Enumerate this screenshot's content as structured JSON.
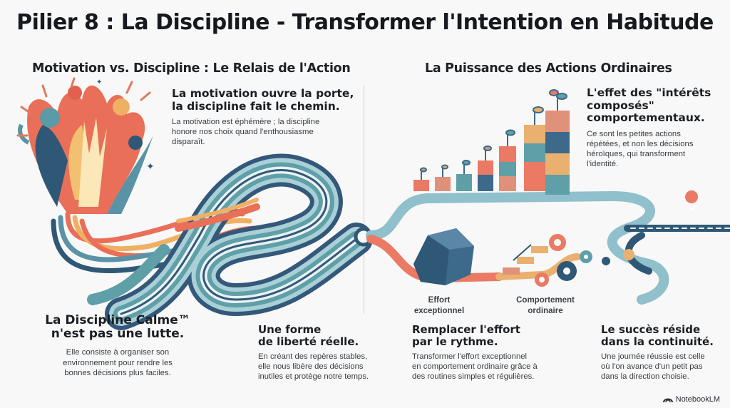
{
  "title": "Pilier 8 : La Discipline - Transformer l'Intention en Habitude",
  "left": {
    "heading": "Motivation vs. Discipline : Le Relais de l'Action",
    "block1": {
      "title_line1": "La motivation ouvre la porte,",
      "title_line2": "la discipline fait le chemin.",
      "body_line1": "La motivation est éphémère ; la discipline",
      "body_line2": "honore nos choix quand l'enthousiasme",
      "body_line3": "disparaît."
    },
    "block2": {
      "title_line1": "La Discipline Calme™",
      "title_line2": "n'est pas une lutte.",
      "body_line1": "Elle consiste à organiser son",
      "body_line2": "environnement pour rendre les",
      "body_line3": "bonnes décisions plus faciles."
    },
    "block3": {
      "title_line1": "Une forme",
      "title_line2": "de liberté réelle.",
      "body_line1": "En créant des repères stables,",
      "body_line2": "elle nous libère des décisions",
      "body_line3": "inutiles et protège notre temps."
    }
  },
  "right": {
    "heading": "La Puissance des Actions Ordinaires",
    "block1": {
      "title_line1": "L'effet des \"intérêts",
      "title_line2": "composés\"",
      "title_line3": "comportementaux.",
      "body_line1": "Ce sont les petites actions",
      "body_line2": "répétées, et non les décisions",
      "body_line3": "héroïques, qui transforment",
      "body_line4": "l'identité."
    },
    "caption_effort_1": "Effort",
    "caption_effort_2": "exceptionnel",
    "caption_comp_1": "Comportement",
    "caption_comp_2": "ordinaire",
    "block2": {
      "title_line1": "Remplacer l'effort",
      "title_line2": "par le rythme.",
      "body_line1": "Transformer l'effort exceptionnel",
      "body_line2": "en comportement ordinaire grâce à",
      "body_line3": "des routines simples et régulières."
    },
    "block3": {
      "title_line1": "Le succès réside",
      "title_line2": "dans la continuité.",
      "body_line1": "Une journée réussie est celle",
      "body_line2": "où l'on avance d'un petit pas",
      "body_line3": "dans la direction choisie."
    }
  },
  "brand": "NotebookLM",
  "colors": {
    "coral": "#ea7a64",
    "teal": "#5f9fa8",
    "navy": "#33587a",
    "sand": "#eab070",
    "paleblue": "#9fc6d2"
  },
  "icons": [
    "explosion-icon",
    "boulder-icon",
    "gears-icon",
    "location-pin-icon",
    "sprout-icon",
    "block-tower-icon"
  ]
}
